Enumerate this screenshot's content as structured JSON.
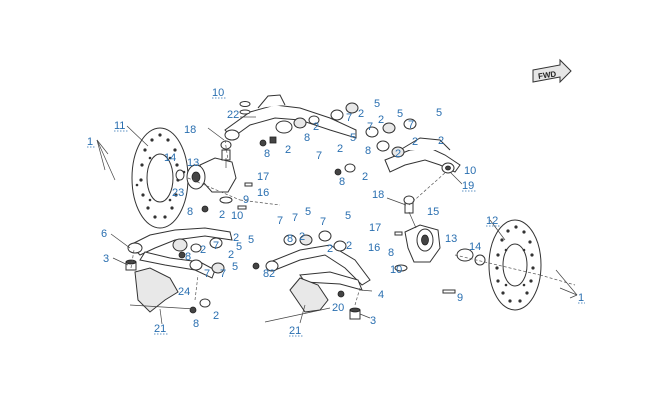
{
  "fwd_arrow_text": "FWD",
  "callouts": {
    "c1_left": "1",
    "c1_right": "1",
    "c2": "2",
    "c3": "3",
    "c4": "4",
    "c5": "5",
    "c6": "6",
    "c7": "7",
    "c8": "8",
    "c9": "9",
    "c10": "10",
    "c11": "11",
    "c12": "12",
    "c13": "13",
    "c14": "14",
    "c15": "15",
    "c16": "16",
    "c17": "17",
    "c18": "18",
    "c19": "19",
    "c20": "20",
    "c21": "21",
    "c22": "22",
    "c23": "23",
    "c24": "24"
  },
  "colors": {
    "callout": "#2a6fb0",
    "line": "#333333"
  }
}
